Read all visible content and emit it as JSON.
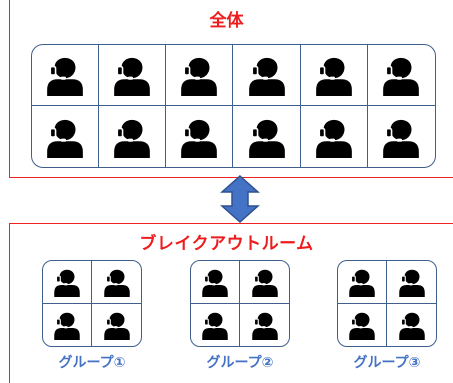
{
  "whole": {
    "title": "全体",
    "rows": 2,
    "columns": 6
  },
  "breakout": {
    "title": "ブレイクアウトルーム",
    "groups": [
      {
        "label": "グループ①"
      },
      {
        "label": "グループ②"
      },
      {
        "label": "グループ③"
      }
    ]
  },
  "icons": {
    "person": "headset-operator-icon",
    "arrow": "double-arrow-icon"
  },
  "colors": {
    "heading": "#ee1c1c",
    "frame": "#ee2222",
    "panel_border": "#3f5f8f",
    "group_label": "#4472c4",
    "arrow": "#4472c4"
  }
}
